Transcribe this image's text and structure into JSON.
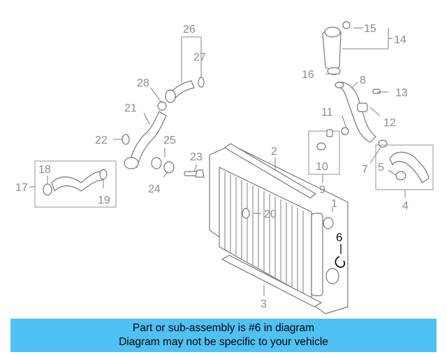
{
  "diagram": {
    "callouts": {
      "c1": "1",
      "c2": "2",
      "c3": "3",
      "c4": "4",
      "c5": "5",
      "c6": "6",
      "c7": "7",
      "c8": "8",
      "c9": "9",
      "c10": "10",
      "c11": "11",
      "c12": "12",
      "c13": "13",
      "c14": "14",
      "c15": "15",
      "c16": "16",
      "c17": "17",
      "c18": "18",
      "c19": "19",
      "c20": "20",
      "c21": "21",
      "c22": "22",
      "c23": "23",
      "c24": "24",
      "c25": "25",
      "c26": "26",
      "c27": "27",
      "c28": "28"
    },
    "highlight_color": "#111111",
    "part_color": "#8c8c8c"
  },
  "caption": {
    "line1": "Part or sub-assembly is #6 in diagram",
    "line2": "Diagram may not be specific to your vehicle",
    "background": "#4fc1f5"
  }
}
